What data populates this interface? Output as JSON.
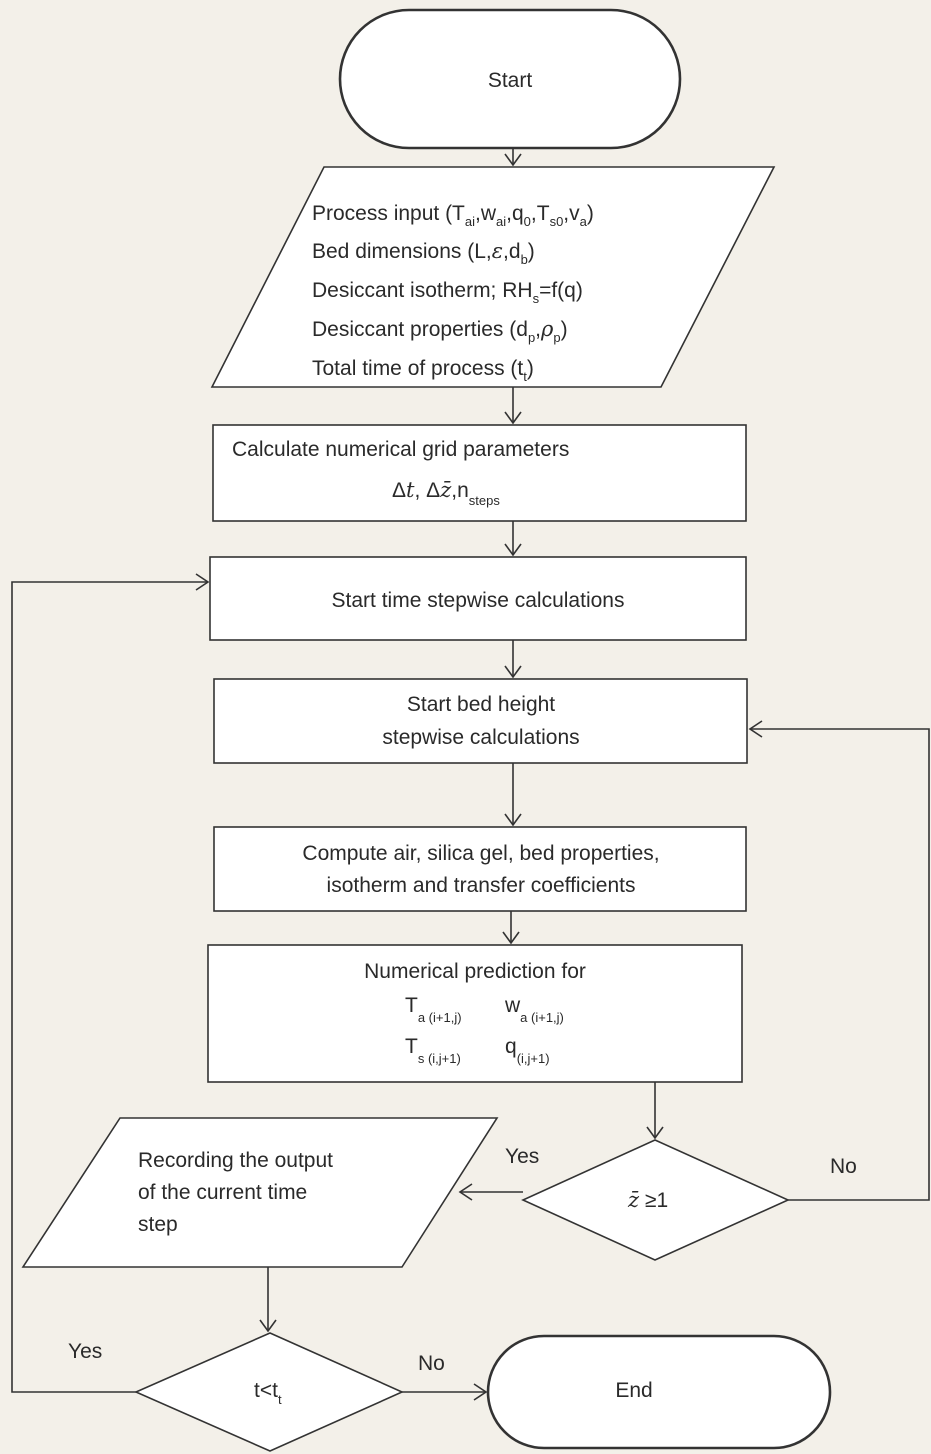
{
  "nodes": {
    "start": "Start",
    "input": {
      "line1": {
        "a": "Process input (T",
        "b": "ai",
        "c": ",w",
        "d": "ai",
        "e": ",q",
        "f": "0",
        "g": ",T",
        "h": "s0",
        "i": ",v",
        "j": "a",
        "k": ")"
      },
      "line2": {
        "a": "Bed dimensions (L,",
        "b": "ε",
        "c": ",d",
        "d": "b",
        "e": ")"
      },
      "line3": {
        "a": "Desiccant isotherm; RH",
        "b": "s",
        "c": "=f(q)"
      },
      "line4": {
        "a": "Desiccant properties (d",
        "b": "p",
        "c": ",",
        "d": "ρ",
        "e": "p",
        "f": ")"
      },
      "line5": {
        "a": "Total time of process (t",
        "b": "t",
        "c": ")"
      }
    },
    "grid": {
      "line1": "Calculate numerical grid parameters",
      "line2": {
        "a": "Δ",
        "b": "t",
        "c": ", Δ",
        "d": "z̄",
        "e": ",n",
        "f": "steps"
      }
    },
    "time_step": "Start time stepwise calculations",
    "bed_height": {
      "line1": "Start bed height",
      "line2": "stepwise calculations"
    },
    "compute": {
      "line1": "Compute air, silica gel, bed properties,",
      "line2": "isotherm and transfer coefficients"
    },
    "prediction": {
      "title": "Numerical prediction for",
      "t_a": {
        "a": "T",
        "b": "a (i+1,j)"
      },
      "w_a": {
        "a": "w",
        "b": "a (i+1,j)"
      },
      "t_s": {
        "a": "T",
        "b": "s (i,j+1)"
      },
      "q": {
        "a": "q",
        "b": "(i,j+1)"
      }
    },
    "decision_z": {
      "a": "z̄",
      "b": " ≥1"
    },
    "record": {
      "line1": "Recording the output",
      "line2": "of the current time",
      "line3": "step"
    },
    "decision_t": {
      "a": "t<t",
      "b": "t"
    },
    "end": "End"
  },
  "edges": {
    "z_yes": "Yes",
    "z_no": "No",
    "t_yes": "Yes",
    "t_no": "No"
  }
}
